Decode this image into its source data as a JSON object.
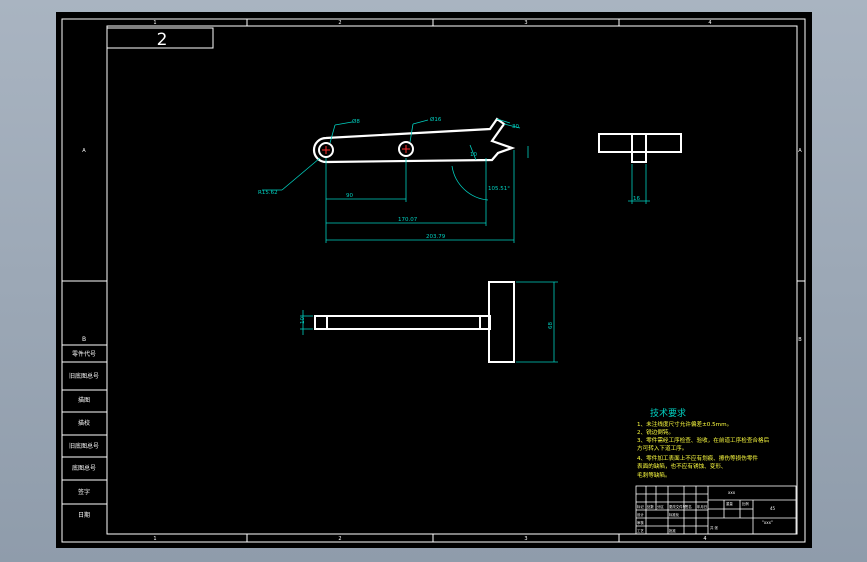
{
  "sheet": {
    "page_number": "2",
    "zone_numbers_top": [
      "1",
      "2",
      "3",
      "4"
    ],
    "zone_numbers_bottom": [
      "1",
      "2",
      "3",
      "4"
    ],
    "zone_letters_left": [
      "A",
      "B"
    ],
    "zone_letters_right": [
      "A",
      "B"
    ]
  },
  "left_column": {
    "cells": [
      "B",
      "零件代号",
      "旧底图总号",
      "描图",
      "描校",
      "旧底图总号",
      "底图总号",
      "签字",
      "日期"
    ]
  },
  "dimensions": {
    "link_hole_left": "Ø8",
    "link_hole_mid": "Ø16",
    "link_end_radius": "R15.62",
    "link_len_90": "90",
    "link_len_170": "170.07",
    "link_len_203": "203.79",
    "link_tip_30": "30",
    "link_tip_10": "10",
    "link_tip_angle": "105.51°",
    "side_width": "16",
    "tee_height": "10",
    "tee_width": "68"
  },
  "notes": {
    "title": "技术要求",
    "lines": [
      "1、未注线度尺寸允许偏差±0.5mm。",
      "2、锐边倒钝。",
      "3、零件需经工序检查、验收，在前道工序检查合格后",
      "   方可转入下道工序。",
      "4、零件加工表面上不应有划痕、擦伤等损伤零件",
      "   表面的缺陷，也不应有锈蚀、变形、",
      "   毛刺等缺陷。"
    ]
  },
  "title_block": {
    "header_right": "xxx",
    "material": "45",
    "label_scale": "比例",
    "label_weight": "重量",
    "label_sheets": "共 张",
    "label_marks": "标记",
    "label_count": "处数",
    "label_zone": "分区",
    "label_doc": "更改文件号",
    "label_sign": "签名",
    "label_date": "年月日",
    "label_design": "设计",
    "label_std": "标准化",
    "label_review": "审核",
    "label_process": "工艺",
    "label_approve": "批准",
    "drawing_code": "\"xxx\""
  },
  "colors": {
    "frame": "#ffffff",
    "dimension": "#00d0c0",
    "notes_title": "#00d0c0",
    "notes_text": "#ffff40",
    "center_mark": "#ff3030"
  }
}
